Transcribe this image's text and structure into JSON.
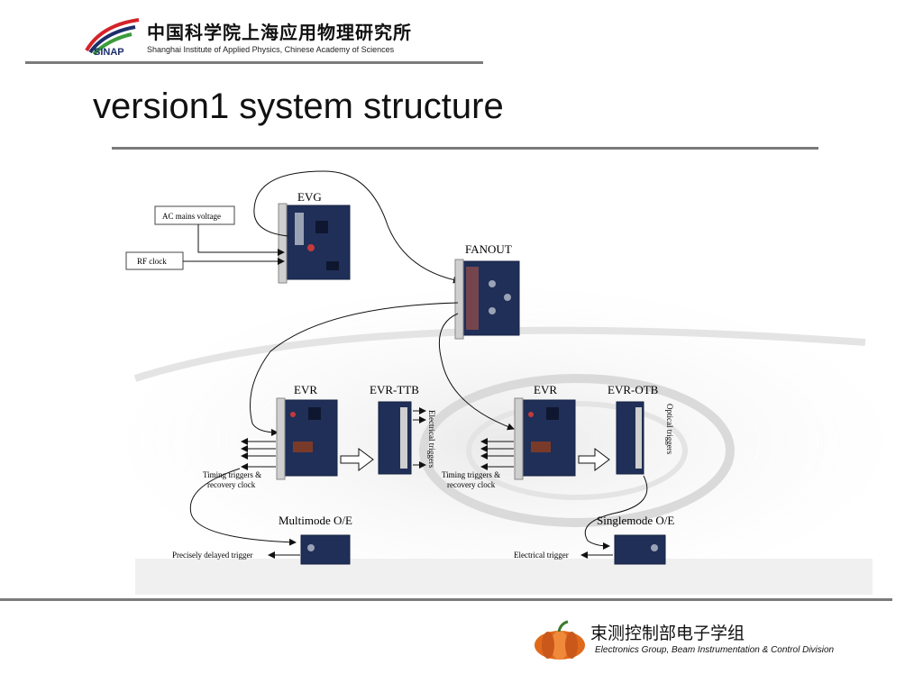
{
  "header": {
    "org_cn": "中国科学院上海应用物理研究所",
    "org_en": "Shanghai Institute of Applied Physics, Chinese Academy of Sciences",
    "logo_text": "SINAP"
  },
  "slide": {
    "title": "version1 system structure"
  },
  "diagram": {
    "inputs": {
      "ac": "AC mains voltage",
      "rf": "RF clock"
    },
    "modules": {
      "evg": "EVG",
      "fanout": "FANOUT",
      "evr_left": "EVR",
      "evr_ttb": "EVR-TTB",
      "evr_right": "EVR",
      "evr_otb": "EVR-OTB",
      "multimode": "Multimode O/E",
      "singlemode": "Singlemode O/E"
    },
    "labels": {
      "electrical_triggers": "Electrical triggers",
      "optical_triggers": "Optical triggers",
      "timing_left_1": "Timing triggers &",
      "timing_left_2": "recovery clock",
      "timing_right_1": "Timing triggers &",
      "timing_right_2": "recovery clock",
      "delayed": "Precisely delayed trigger",
      "electrical_trigger": "Electrical trigger"
    }
  },
  "footer": {
    "group_cn": "束测控制部电子学组",
    "group_en": "Electronics Group, Beam Instrumentation & Control Division"
  },
  "colors": {
    "board": "#1f2f58",
    "board_dark": "#142040",
    "rule": "#7b7b7b",
    "logo_red": "#d4232a",
    "logo_blue": "#1c2f6b",
    "logo_green": "#3a9b3a",
    "pumpkin": "#e06a1c"
  }
}
